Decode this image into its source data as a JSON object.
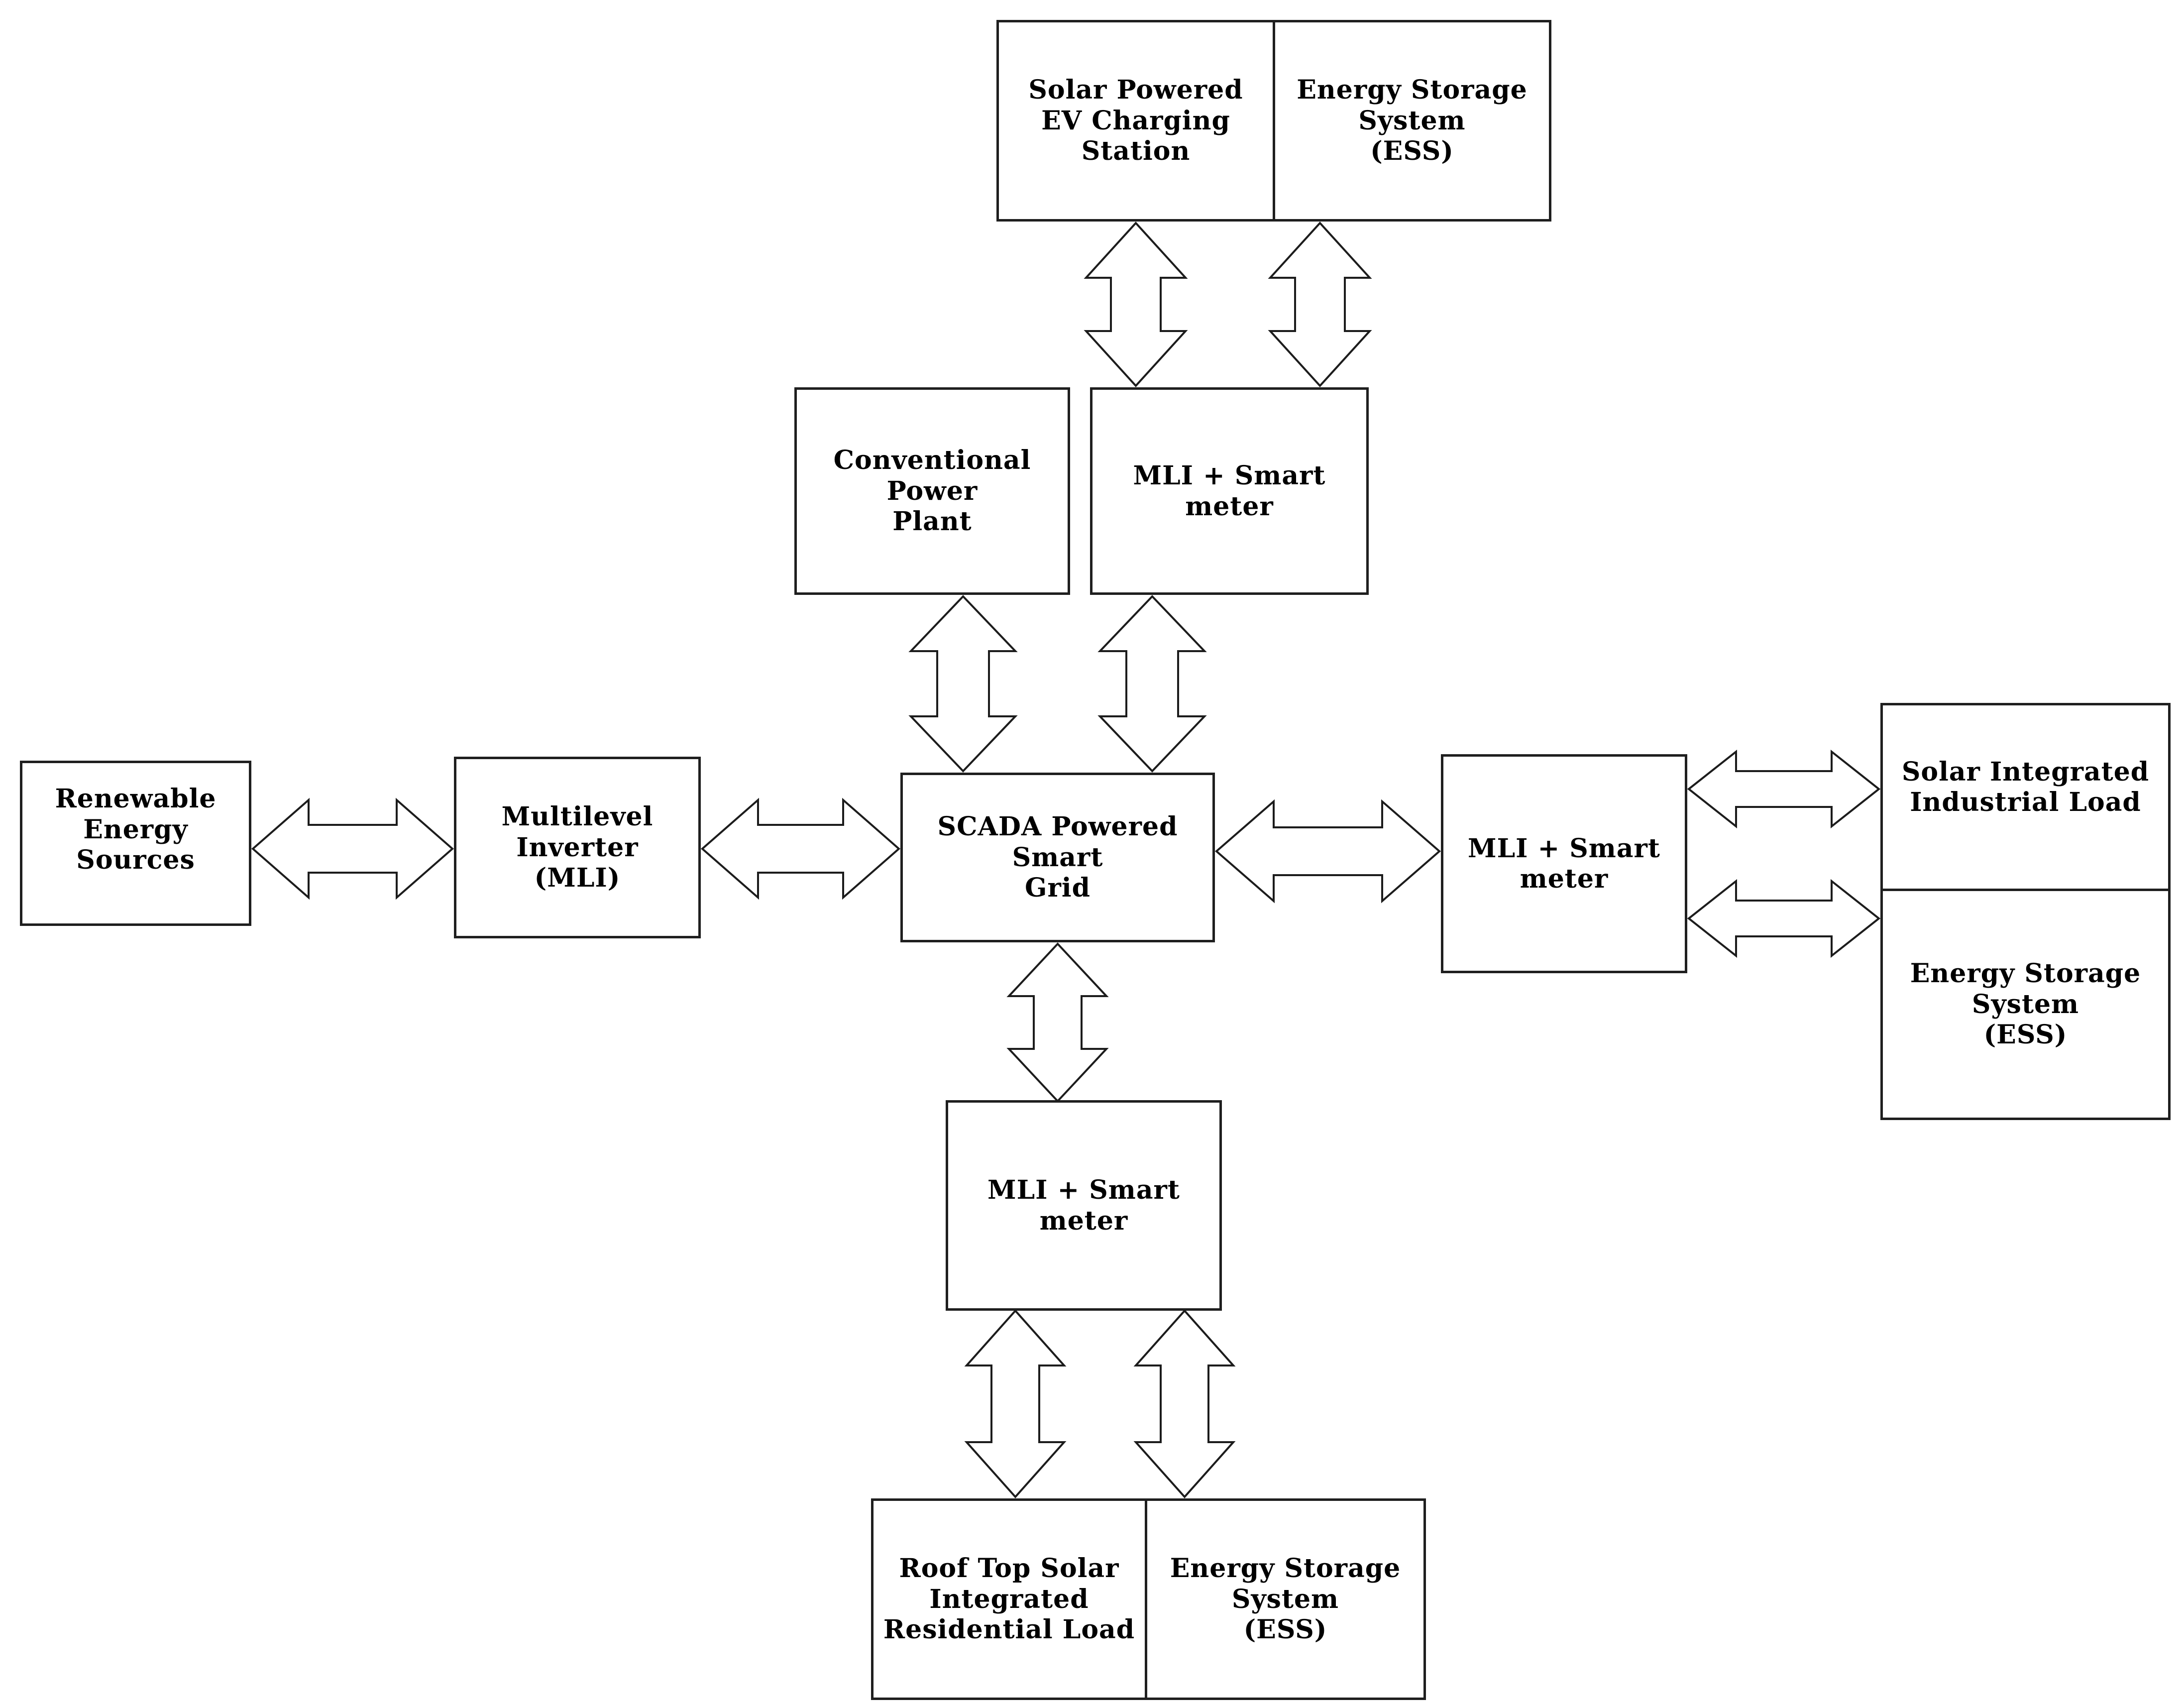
{
  "diagram": {
    "type": "block-diagram",
    "subject": "SCADA Powered Smart Grid architecture with multilevel inverters and smart meters",
    "colors": {
      "background": "#ffffff",
      "line": "#1c1c1c",
      "box_fill": "#ffffff",
      "text": "#000000"
    },
    "nodes": {
      "solar_ev_charging": {
        "label": "Solar Powered\nEV Charging\nStation"
      },
      "ess_top": {
        "label": "Energy Storage\nSystem\n(ESS)"
      },
      "conventional_power_plant": {
        "label": "Conventional\nPower\nPlant"
      },
      "mli_smart_meter_top": {
        "label": "MLI + Smart\nmeter"
      },
      "renewable_energy_sources": {
        "label": "Renewable\nEnergy\nSources"
      },
      "multilevel_inverter": {
        "label": "Multilevel\nInverter\n(MLI)"
      },
      "scada_smart_grid": {
        "label": "SCADA Powered\nSmart\nGrid"
      },
      "mli_smart_meter_right": {
        "label": "MLI + Smart\nmeter"
      },
      "solar_industrial_load": {
        "label": "Solar Integrated\nIndustrial Load"
      },
      "ess_right": {
        "label": "Energy Storage\nSystem\n(ESS)"
      },
      "mli_smart_meter_bottom": {
        "label": "MLI + Smart\nmeter"
      },
      "rooftop_residential_load": {
        "label": "Roof Top Solar\nIntegrated\nResidential Load"
      },
      "ess_bottom": {
        "label": "Energy Storage\nSystem\n(ESS)"
      }
    },
    "edges": [
      {
        "from": "solar_ev_charging",
        "to": "mli_smart_meter_top",
        "type": "bidirectional"
      },
      {
        "from": "ess_top",
        "to": "mli_smart_meter_top",
        "type": "bidirectional"
      },
      {
        "from": "conventional_power_plant",
        "to": "scada_smart_grid",
        "type": "bidirectional"
      },
      {
        "from": "mli_smart_meter_top",
        "to": "scada_smart_grid",
        "type": "bidirectional"
      },
      {
        "from": "renewable_energy_sources",
        "to": "multilevel_inverter",
        "type": "bidirectional"
      },
      {
        "from": "multilevel_inverter",
        "to": "scada_smart_grid",
        "type": "bidirectional"
      },
      {
        "from": "scada_smart_grid",
        "to": "mli_smart_meter_right",
        "type": "bidirectional"
      },
      {
        "from": "mli_smart_meter_right",
        "to": "solar_industrial_load",
        "type": "bidirectional"
      },
      {
        "from": "mli_smart_meter_right",
        "to": "ess_right",
        "type": "bidirectional"
      },
      {
        "from": "scada_smart_grid",
        "to": "mli_smart_meter_bottom",
        "type": "bidirectional"
      },
      {
        "from": "mli_smart_meter_bottom",
        "to": "rooftop_residential_load",
        "type": "bidirectional"
      },
      {
        "from": "mli_smart_meter_bottom",
        "to": "ess_bottom",
        "type": "bidirectional"
      }
    ]
  }
}
